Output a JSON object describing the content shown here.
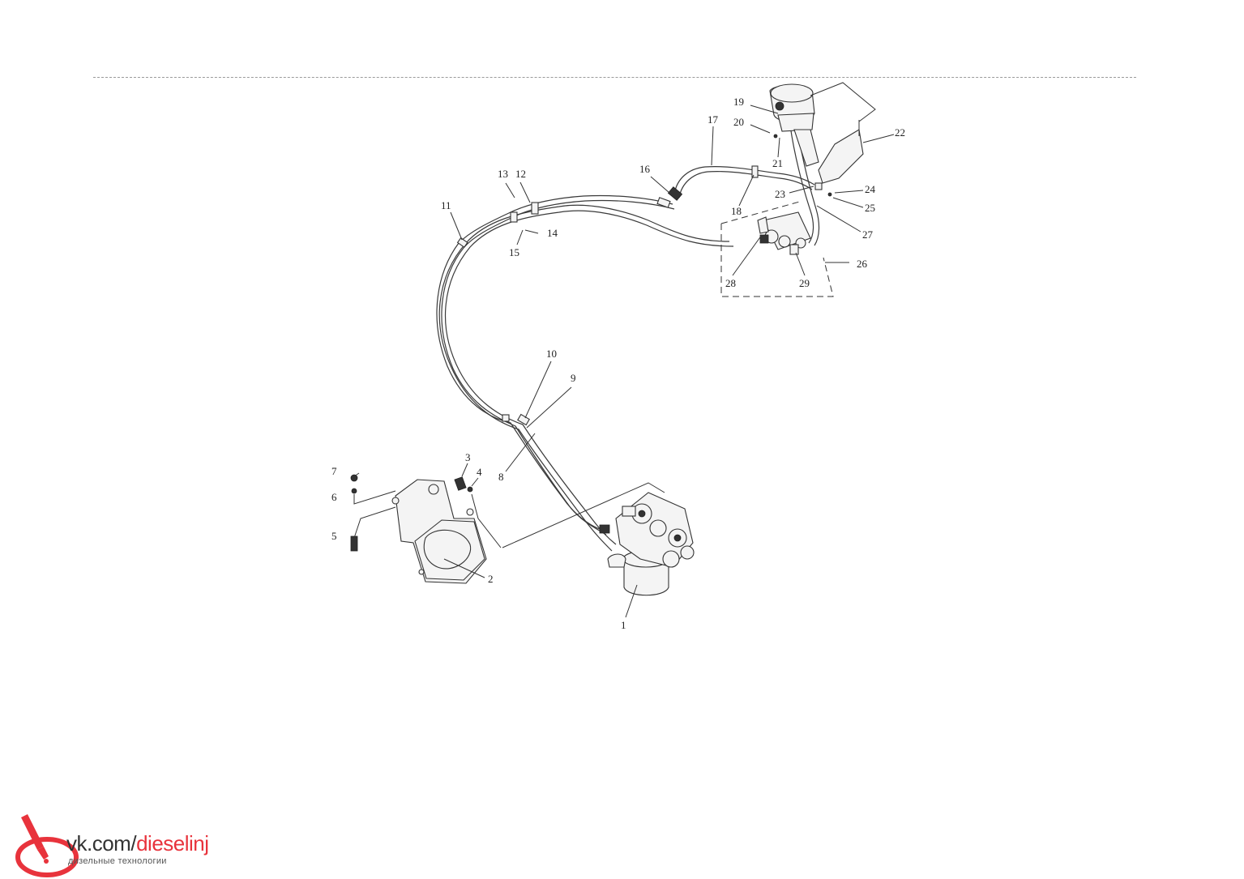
{
  "labels": {
    "p1": "1",
    "p2": "2",
    "p3": "3",
    "p4": "4",
    "p5": "5",
    "p6": "6",
    "p7": "7",
    "p8": "8",
    "p9": "9",
    "p10": "10",
    "p11": "11",
    "p12": "12",
    "p13": "13",
    "p14": "14",
    "p15": "15",
    "p16": "16",
    "p17": "17",
    "p18": "18",
    "p19": "19",
    "p20": "20",
    "p21": "21",
    "p22": "22",
    "p23": "23",
    "p24": "24",
    "p25": "25",
    "p26": "26",
    "p27": "27",
    "p28": "28",
    "p29": "29"
  },
  "watermark": {
    "site_prefix": "vk.com/",
    "site_name": "dieselinj",
    "tagline": "дизельные технологии",
    "accent_color": "#e8333c"
  }
}
